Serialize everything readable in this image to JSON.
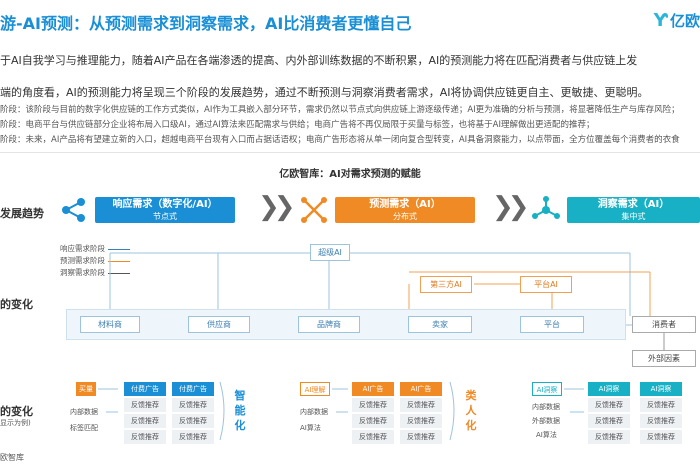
{
  "header": {
    "title": "游-AI预测：从预测需求到洞察需求，AI比消费者更懂自己",
    "logo_text": "亿欧"
  },
  "intro": {
    "line1": "于AI自我学习与推理能力，随着AI产品在各端渗透的提高、内外部训练数据的不断积累，AI的预测能力将在匹配消费者与供应链上发",
    "line2": "端的角度看，AI的预测能力将呈现三个阶段的发展趋势，通过不断预测与洞察消费者需求，AI将协调供应链更自主、更敏捷、更聪明。",
    "stage1": "阶段：该阶段与目前的数字化供应链的工作方式类似，AI作为工具嵌入部分环节，需求仍然以节点式向供应链上游逐级传递；AI更为准确的分析与预测，将显著降低生产与库存风险；",
    "stage2": "阶段：电商平台与供应链部分企业将布局入口级AI，通过AI算法来匹配需求与供给；电商广告将不再仅局限于买量与标签，也将基于AI理解做出更适配的推荐；",
    "stage3": "阶段：未来，AI产品将有望建立新的入口，超越电商平台现有入口而占据话语权；电商广告形态将从单一闭向复合型转变，AI具备洞察能力，以点带面，全方位覆盖每个消费者的衣食"
  },
  "figure": {
    "title": "亿欧智库：AI对需求预测的赋能",
    "row1_label": "发展趋势",
    "row2_label": "的变化",
    "row3_label": "的变化",
    "row3_sub": "显示为例)",
    "footer": "欧智库"
  },
  "phases": [
    {
      "title": "响应需求（数字化/AI）",
      "sub": "节点式",
      "color": "#1a8fd6"
    },
    {
      "title": "预测需求（AI）",
      "sub": "分布式",
      "color": "#f08a24"
    },
    {
      "title": "洞察需求（AI）",
      "sub": "集中式",
      "color": "#17b0c4"
    }
  ],
  "legend": [
    {
      "label": "响应需求阶段",
      "color": "#3d7fb3"
    },
    {
      "label": "预测需求阶段",
      "color": "#f08a24"
    },
    {
      "label": "洞察需求阶段",
      "color": "#555555"
    }
  ],
  "chain": {
    "super_ai": "超级AI",
    "third_ai": "第三方AI",
    "platform_ai": "平台AI",
    "nodes": [
      "材料商",
      "供应商",
      "品牌商",
      "卖家",
      "平台"
    ],
    "consumer": "消费者",
    "external": "外部因素"
  },
  "ads": {
    "phase1": {
      "tag_left": "买量",
      "in1": "内部数据",
      "in2": "标签匹配",
      "col_head1": "付费广告",
      "col_head2": "付费广告",
      "cells": [
        "反馈推荐",
        "反馈推荐",
        "反馈推荐",
        "反馈推荐",
        "反馈推荐",
        "反馈推荐"
      ],
      "vert": "智能化"
    },
    "phase2": {
      "tag_left": "AI理解",
      "in1": "内部数据",
      "in2": "AI算法",
      "col_head1": "AI广告",
      "col_head2": "AI广告",
      "cells": [
        "反馈推荐",
        "反馈推荐",
        "反馈推荐",
        "反馈推荐",
        "反馈推荐",
        "反馈推荐"
      ],
      "vert": "类人化"
    },
    "phase3": {
      "tag_left": "AI洞察",
      "in1": "内部数据",
      "in2": "外部数据",
      "in3": "AI算法",
      "col_head1": "AI洞察",
      "col_head2": "AI洞察",
      "cells": [
        "反馈推荐",
        "反馈推荐",
        "反馈推荐",
        "反馈推荐",
        "反馈推荐",
        "反馈推荐"
      ]
    }
  },
  "colors": {
    "blue": "#1a8fd6",
    "orange": "#f08a24",
    "teal": "#17b0c4"
  }
}
